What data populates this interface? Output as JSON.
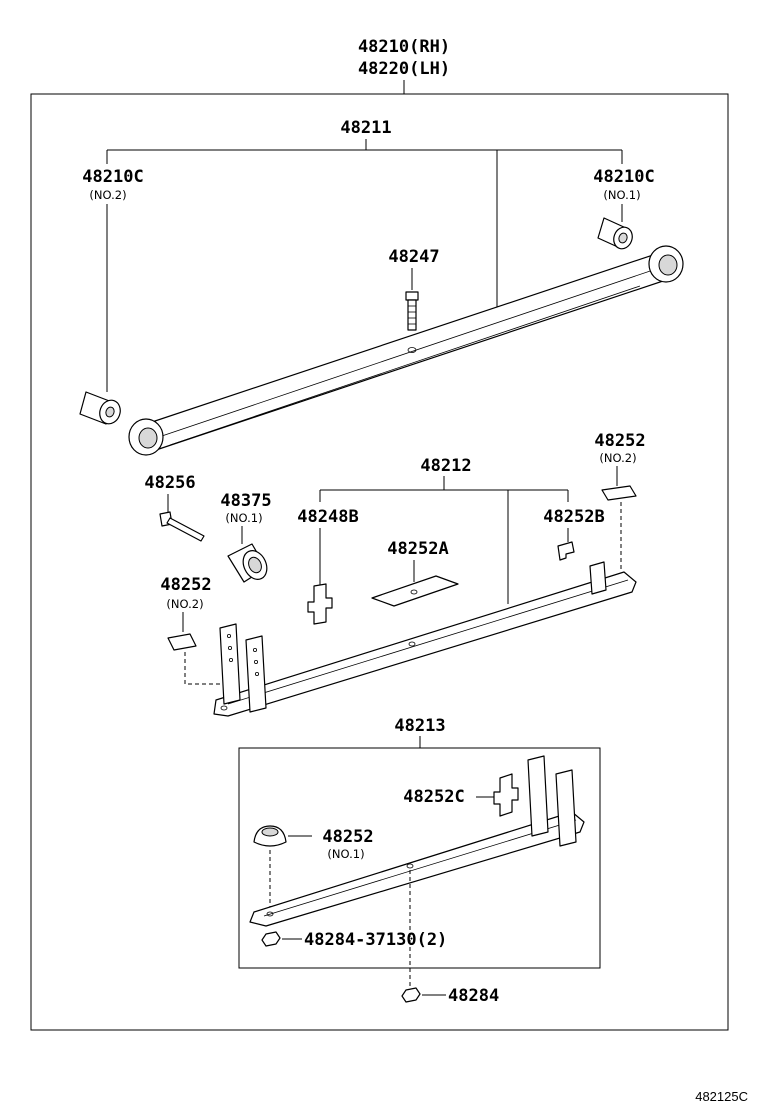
{
  "assembly": {
    "rh": "48210(RH)",
    "lh": "48220(LH)"
  },
  "labels": {
    "leaf_no1": "48211",
    "bushing_no2_num": "48210C",
    "bushing_no2_sub": "(NO.2)",
    "bushing_no1_num": "48210C",
    "bushing_no1_sub": "(NO.1)",
    "center_bolt": "48247",
    "leaf_no2": "48212",
    "insert_top_num": "48252",
    "insert_top_sub": "(NO.2)",
    "bolt": "48256",
    "bushing_48375_num": "48375",
    "bushing_48375_sub": "(NO.1)",
    "clip_48248b": "48248B",
    "insert_48252a": "48252A",
    "insert_48252b": "48252B",
    "insert_left_num": "48252",
    "insert_left_sub": "(NO.2)",
    "leaf_no3": "48213",
    "insert_48252c": "48252C",
    "insert_no1_num": "48252",
    "insert_no1_sub": "(NO.1)",
    "nut_inner": "48284-37130(2)",
    "nut_outer": "48284"
  },
  "figure_code": "482125C"
}
